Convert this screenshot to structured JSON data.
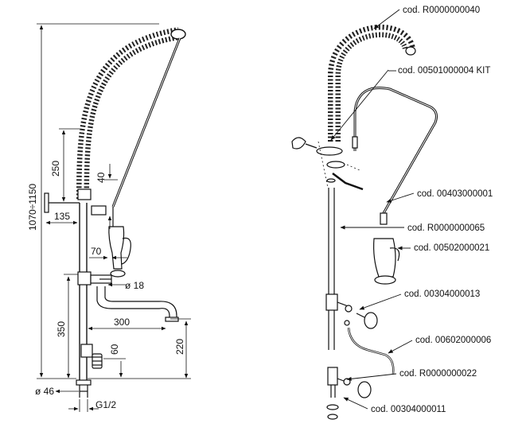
{
  "dimensions": {
    "total_height": "1070÷1150",
    "spring_height": "250",
    "arm_height": "40",
    "wall_offset": "135",
    "handle_offset": "70",
    "pipe_diameter": "ø 18",
    "spout_reach": "300",
    "mixer_height": "350",
    "spout_height": "220",
    "base_offset": "60",
    "base_diameter": "ø 46",
    "thread": "G1/2"
  },
  "part_codes": [
    "cod. R0000000040",
    "cod. 00501000004 KIT",
    "cod. 00403000001",
    "cod. R0000000065",
    "cod. 00502000021",
    "cod. 00304000013",
    "cod. 00602000006",
    "cod. R0000000022",
    "cod. 00304000011"
  ]
}
